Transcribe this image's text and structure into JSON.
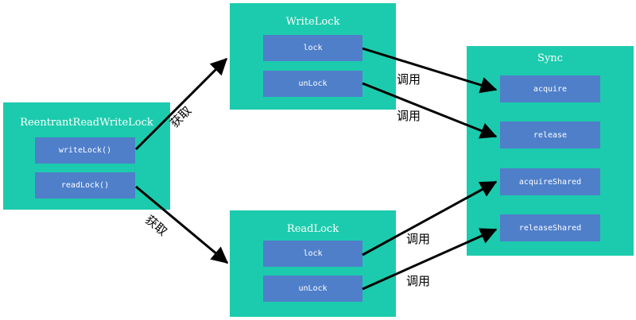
{
  "colors": {
    "panel": "#1ccbad",
    "method": "#4f7fc9",
    "arrow": "#000000",
    "text": "#ffffff"
  },
  "rrwl": {
    "title": "ReentrantReadWriteLock",
    "write_lock": "writeLock()",
    "read_lock": "readLock()"
  },
  "write_lock": {
    "title": "WriteLock",
    "lock": "lock",
    "unlock": "unLock"
  },
  "read_lock": {
    "title": "ReadLock",
    "lock": "lock",
    "unlock": "unLock"
  },
  "sync": {
    "title": "Sync",
    "acquire": "acquire",
    "release": "release",
    "acquire_shared": "acquireShared",
    "release_shared": "releaseShared"
  },
  "edges": {
    "obtain_write": "获取",
    "obtain_read": "获取",
    "call_1": "调用",
    "call_2": "调用",
    "call_3": "调用",
    "call_4": "调用"
  }
}
